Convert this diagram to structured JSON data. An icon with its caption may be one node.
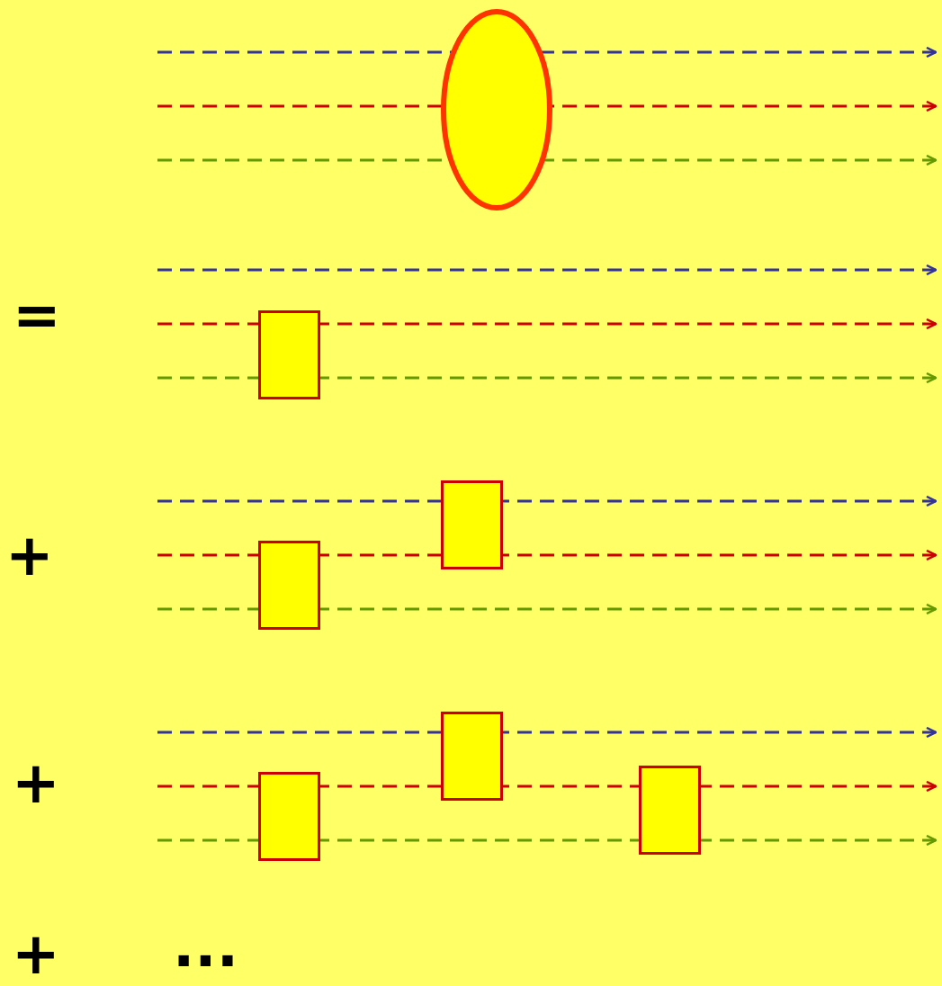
{
  "diagram": {
    "nodes": [
      {
        "text": [],
        "shape": "ellipse"
      },
      {
        "text": [],
        "shape": "box"
      },
      {
        "text": [],
        "shape": "box"
      },
      {
        "text": [],
        "shape": "box"
      },
      {
        "text": [],
        "shape": "box"
      },
      {
        "text": [],
        "shape": "box"
      },
      {
        "text": [],
        "shape": "box"
      }
    ],
    "labels": [
      "=",
      "+",
      "+",
      "+",
      "..."
    ]
  }
}
